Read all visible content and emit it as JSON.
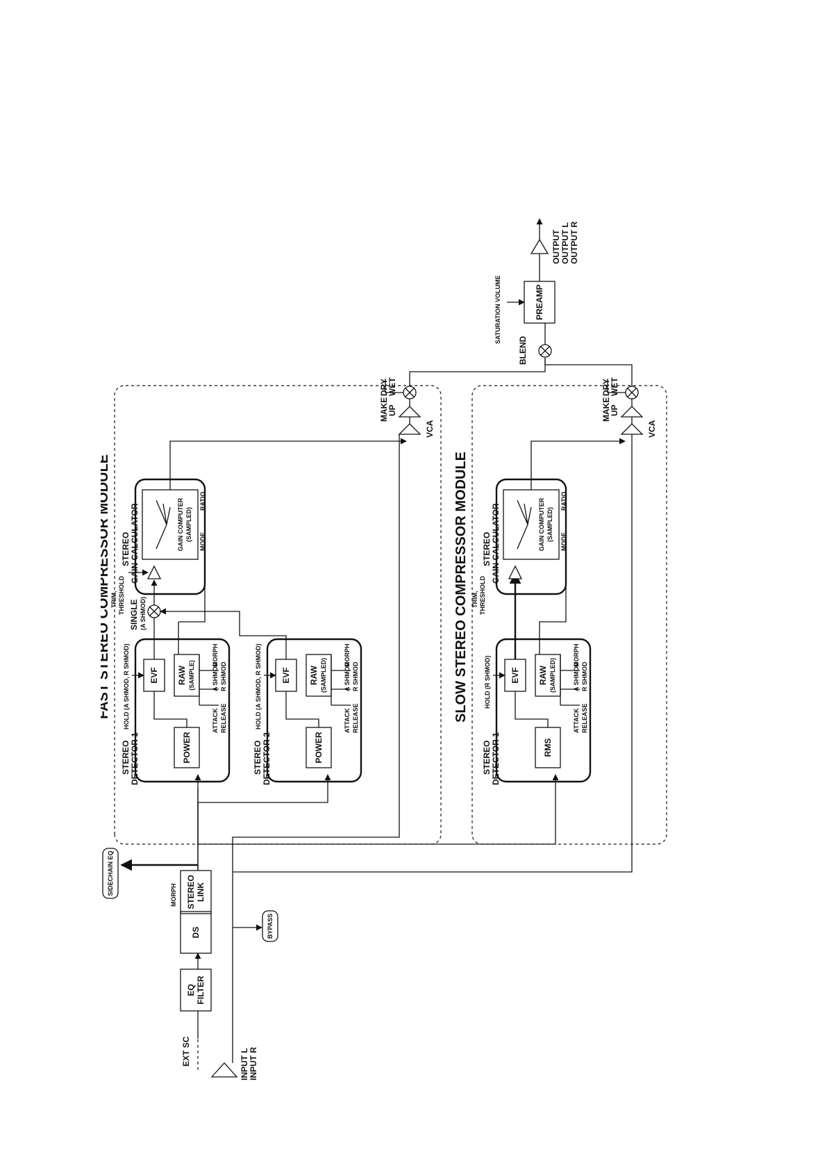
{
  "modules": {
    "fast": {
      "title": "FAST STEREO COMPRESSOR MODULE",
      "detector1": {
        "title1": "STEREO",
        "title2": "DETECTOR 1",
        "hold": "HOLD (A SHMOD, R SHMOD)",
        "power": "POWER",
        "evf": "EVF",
        "raw1": "RAW",
        "raw2": "(SAMPLE)",
        "attack": "ATTACK",
        "release": "RELEASE",
        "ashmod": "A SHMOD",
        "rshmod": "R SHMOD",
        "morph": "MORPH"
      },
      "detector2": {
        "title1": "STEREO",
        "title2": "DETECTOR 2",
        "hold": "HOLD (A SHMOD, R SHMOD)",
        "power": "POWER",
        "evf": "EVF",
        "raw1": "RAW",
        "raw2": "(SAMPLED)",
        "attack": "ATTACK",
        "release": "RELEASE",
        "ashmod": "A SHMOD",
        "rshmod": "R SHMOD",
        "morph": "MORPH"
      },
      "single1": "SINGLE",
      "single2": "(A SHMOD)",
      "gain_calc": {
        "title1": "STEREO",
        "title2": "GAIN CALCULATOR",
        "trim1": "TRIM,",
        "trim2": "THRESHOLD",
        "mode": "MODE",
        "ratio": "RATIO",
        "computer1": "GAIN COMPUTER",
        "computer2": "(SAMPLED)"
      },
      "vca": "VCA",
      "makeup1": "MAKE",
      "makeup2": "UP",
      "drywet1": "DRY",
      "drywet2": "WET"
    },
    "slow": {
      "title": "SLOW STEREO COMPRESSOR MODULE",
      "detector1": {
        "title1": "STEREO",
        "title2": "DETECTOR 1",
        "hold": "HOLD (R SHMOD)",
        "rms": "RMS",
        "evf": "EVF",
        "raw1": "RAW",
        "raw2": "(SAMPLED)",
        "attack": "ATTACK",
        "release": "RELEASE",
        "ashmod": "A SHMOD",
        "rshmod": "R SHMOD",
        "morph": "MORPH"
      },
      "gain_calc": {
        "title1": "STEREO",
        "title2": "GAIN CALCULATOR",
        "trim1": "TRIM,",
        "trim2": "THRESHOLD",
        "mode": "MODE",
        "ratio": "RATIO",
        "computer1": "GAIN COMPUTER",
        "computer2": "(SAMPLED)"
      },
      "vca": "VCA",
      "makeup1": "MAKE",
      "makeup2": "UP",
      "drywet1": "DRY",
      "drywet2": "WET"
    }
  },
  "input": {
    "ext_sc": "EXT SC",
    "line1": "INPUT L",
    "line2": "INPUT R"
  },
  "sidechain": {
    "eq_filter1": "EQ",
    "eq_filter2": "FILTER",
    "ds": "DS",
    "stereo_link1": "STEREO",
    "stereo_link2": "LINK",
    "morph": "MORPH",
    "sidechain_eq": "SIDECHAIN EQ",
    "bypass": "BYPASS"
  },
  "output": {
    "blend": "BLEND",
    "preamp": "PREAMP",
    "saturation": "SATURATION VOLUME",
    "line1": "OUTPUT",
    "line2": "OUTPUT L",
    "line3": "OUTPUT R"
  }
}
